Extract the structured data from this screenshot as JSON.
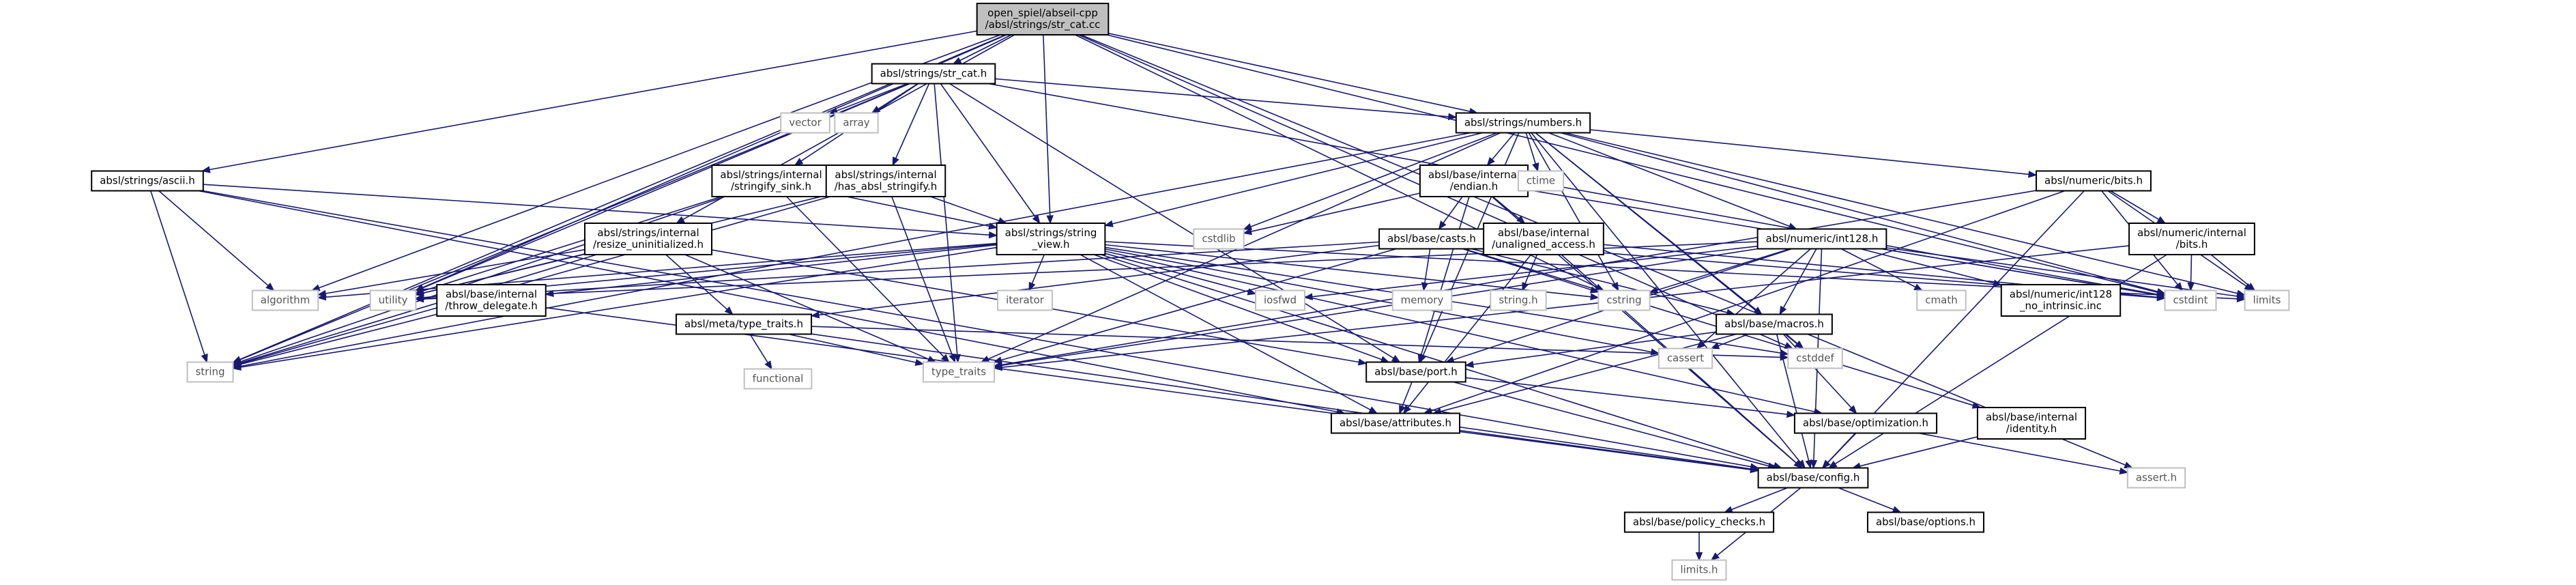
{
  "nodes": [
    {
      "id": "root",
      "kind": "root",
      "lines": [
        "open_spiel/abseil-cpp",
        "/absl/strings/str_cat.cc"
      ]
    },
    {
      "id": "str_cat_h",
      "kind": "local",
      "lines": [
        "absl/strings/str_cat.h"
      ]
    },
    {
      "id": "numbers_h",
      "kind": "local",
      "lines": [
        "absl/strings/numbers.h"
      ]
    },
    {
      "id": "ascii_h",
      "kind": "local",
      "lines": [
        "absl/strings/ascii.h"
      ]
    },
    {
      "id": "stringify_sink_h",
      "kind": "local",
      "lines": [
        "absl/strings/internal",
        "/stringify_sink.h"
      ]
    },
    {
      "id": "has_absl_stringify_h",
      "kind": "local",
      "lines": [
        "absl/strings/internal",
        "/has_absl_stringify.h"
      ]
    },
    {
      "id": "string_view_h",
      "kind": "local",
      "lines": [
        "absl/strings/string",
        "_view.h"
      ]
    },
    {
      "id": "resize_uninitialized_h",
      "kind": "local",
      "lines": [
        "absl/strings/internal",
        "/resize_uninitialized.h"
      ]
    },
    {
      "id": "endian_h",
      "kind": "local",
      "lines": [
        "absl/base/internal",
        "/endian.h"
      ]
    },
    {
      "id": "casts_h",
      "kind": "local",
      "lines": [
        "absl/base/casts.h"
      ]
    },
    {
      "id": "unaligned_access_h",
      "kind": "local",
      "lines": [
        "absl/base/internal",
        "/unaligned_access.h"
      ]
    },
    {
      "id": "int128_h",
      "kind": "local",
      "lines": [
        "absl/numeric/int128.h"
      ]
    },
    {
      "id": "bits_h",
      "kind": "local",
      "lines": [
        "absl/numeric/bits.h"
      ]
    },
    {
      "id": "internal_bits_h",
      "kind": "local",
      "lines": [
        "absl/numeric/internal",
        "/bits.h"
      ]
    },
    {
      "id": "int128_no_intrinsic",
      "kind": "local",
      "lines": [
        "absl/numeric/int128",
        "_no_intrinsic.inc"
      ]
    },
    {
      "id": "throw_delegate_h",
      "kind": "local",
      "lines": [
        "absl/base/internal",
        "/throw_delegate.h"
      ]
    },
    {
      "id": "type_traits_h",
      "kind": "local",
      "lines": [
        "absl/meta/type_traits.h"
      ]
    },
    {
      "id": "macros_h",
      "kind": "local",
      "lines": [
        "absl/base/macros.h"
      ]
    },
    {
      "id": "port_h",
      "kind": "local",
      "lines": [
        "absl/base/port.h"
      ]
    },
    {
      "id": "attributes_h",
      "kind": "local",
      "lines": [
        "absl/base/attributes.h"
      ]
    },
    {
      "id": "optimization_h",
      "kind": "local",
      "lines": [
        "absl/base/optimization.h"
      ]
    },
    {
      "id": "identity_h",
      "kind": "local",
      "lines": [
        "absl/base/internal",
        "/identity.h"
      ]
    },
    {
      "id": "config_h",
      "kind": "local",
      "lines": [
        "absl/base/config.h"
      ]
    },
    {
      "id": "policy_checks_h",
      "kind": "local",
      "lines": [
        "absl/base/policy_checks.h"
      ]
    },
    {
      "id": "options_h",
      "kind": "local",
      "lines": [
        "absl/base/options.h"
      ]
    },
    {
      "id": "vector",
      "kind": "sys",
      "lines": [
        "vector"
      ]
    },
    {
      "id": "array",
      "kind": "sys",
      "lines": [
        "array"
      ]
    },
    {
      "id": "ctime",
      "kind": "sys",
      "lines": [
        "ctime"
      ]
    },
    {
      "id": "cstdlib",
      "kind": "sys",
      "lines": [
        "cstdlib"
      ]
    },
    {
      "id": "algorithm",
      "kind": "sys",
      "lines": [
        "algorithm"
      ]
    },
    {
      "id": "utility",
      "kind": "sys",
      "lines": [
        "utility"
      ]
    },
    {
      "id": "string",
      "kind": "sys",
      "lines": [
        "string"
      ]
    },
    {
      "id": "iterator",
      "kind": "sys",
      "lines": [
        "iterator"
      ]
    },
    {
      "id": "iosfwd",
      "kind": "sys",
      "lines": [
        "iosfwd"
      ]
    },
    {
      "id": "memory",
      "kind": "sys",
      "lines": [
        "memory"
      ]
    },
    {
      "id": "string_h",
      "kind": "sys",
      "lines": [
        "string.h"
      ]
    },
    {
      "id": "cstring",
      "kind": "sys",
      "lines": [
        "cstring"
      ]
    },
    {
      "id": "cmath",
      "kind": "sys",
      "lines": [
        "cmath"
      ]
    },
    {
      "id": "cstdint",
      "kind": "sys",
      "lines": [
        "cstdint"
      ]
    },
    {
      "id": "limits",
      "kind": "sys",
      "lines": [
        "limits"
      ]
    },
    {
      "id": "functional",
      "kind": "sys",
      "lines": [
        "functional"
      ]
    },
    {
      "id": "type_traits",
      "kind": "sys",
      "lines": [
        "type_traits"
      ]
    },
    {
      "id": "cassert",
      "kind": "sys",
      "lines": [
        "cassert"
      ]
    },
    {
      "id": "cstddef",
      "kind": "sys",
      "lines": [
        "cstddef"
      ]
    },
    {
      "id": "assert_h",
      "kind": "sys",
      "lines": [
        "assert.h"
      ]
    },
    {
      "id": "limits_h",
      "kind": "sys",
      "lines": [
        "limits.h"
      ]
    }
  ],
  "edges": [
    [
      "root",
      "str_cat_h"
    ],
    [
      "root",
      "numbers_h"
    ],
    [
      "root",
      "ascii_h"
    ],
    [
      "root",
      "string_view_h"
    ],
    [
      "root",
      "resize_uninitialized_h"
    ],
    [
      "root",
      "string"
    ],
    [
      "root",
      "utility"
    ],
    [
      "root",
      "cstring"
    ],
    [
      "root",
      "cstdint"
    ],
    [
      "root",
      "cstddef"
    ],
    [
      "root",
      "assert_h"
    ],
    [
      "root",
      "algorithm"
    ],
    [
      "str_cat_h",
      "vector"
    ],
    [
      "str_cat_h",
      "array"
    ],
    [
      "str_cat_h",
      "numbers_h"
    ],
    [
      "str_cat_h",
      "stringify_sink_h"
    ],
    [
      "str_cat_h",
      "has_absl_stringify_h"
    ],
    [
      "str_cat_h",
      "string_view_h"
    ],
    [
      "str_cat_h",
      "port_h"
    ],
    [
      "str_cat_h",
      "type_traits"
    ],
    [
      "str_cat_h",
      "utility"
    ],
    [
      "str_cat_h",
      "string"
    ],
    [
      "str_cat_h",
      "cstdint"
    ],
    [
      "numbers_h",
      "ctime"
    ],
    [
      "numbers_h",
      "cstdlib"
    ],
    [
      "numbers_h",
      "cstring"
    ],
    [
      "numbers_h",
      "limits"
    ],
    [
      "numbers_h",
      "string"
    ],
    [
      "numbers_h",
      "type_traits"
    ],
    [
      "numbers_h",
      "endian_h"
    ],
    [
      "numbers_h",
      "int128_h"
    ],
    [
      "numbers_h",
      "bits_h"
    ],
    [
      "numbers_h",
      "macros_h"
    ],
    [
      "numbers_h",
      "port_h"
    ],
    [
      "numbers_h",
      "config_h"
    ],
    [
      "numbers_h",
      "string_view_h"
    ],
    [
      "numbers_h",
      "cstddef"
    ],
    [
      "numbers_h",
      "cstdint"
    ],
    [
      "ascii_h",
      "algorithm"
    ],
    [
      "ascii_h",
      "string"
    ],
    [
      "ascii_h",
      "attributes_h"
    ],
    [
      "ascii_h",
      "config_h"
    ],
    [
      "ascii_h",
      "string_view_h"
    ],
    [
      "stringify_sink_h",
      "string"
    ],
    [
      "stringify_sink_h",
      "type_traits"
    ],
    [
      "stringify_sink_h",
      "utility"
    ],
    [
      "stringify_sink_h",
      "string_view_h"
    ],
    [
      "has_absl_stringify_h",
      "string_view_h"
    ],
    [
      "has_absl_stringify_h",
      "type_traits"
    ],
    [
      "has_absl_stringify_h",
      "utility"
    ],
    [
      "has_absl_stringify_h",
      "string"
    ],
    [
      "string_view_h",
      "algorithm"
    ],
    [
      "string_view_h",
      "cassert"
    ],
    [
      "string_view_h",
      "cstddef"
    ],
    [
      "string_view_h",
      "cstring"
    ],
    [
      "string_view_h",
      "iosfwd"
    ],
    [
      "string_view_h",
      "iterator"
    ],
    [
      "string_view_h",
      "limits"
    ],
    [
      "string_view_h",
      "string"
    ],
    [
      "string_view_h",
      "attributes_h"
    ],
    [
      "string_view_h",
      "throw_delegate_h"
    ],
    [
      "string_view_h",
      "optimization_h"
    ],
    [
      "string_view_h",
      "port_h"
    ],
    [
      "string_view_h",
      "config_h"
    ],
    [
      "string_view_h",
      "utility"
    ],
    [
      "resize_uninitialized_h",
      "algorithm"
    ],
    [
      "resize_uninitialized_h",
      "string"
    ],
    [
      "resize_uninitialized_h",
      "type_traits"
    ],
    [
      "resize_uninitialized_h",
      "utility"
    ],
    [
      "resize_uninitialized_h",
      "port_h"
    ],
    [
      "resize_uninitialized_h",
      "type_traits_h"
    ],
    [
      "endian_h",
      "cstdlib"
    ],
    [
      "endian_h",
      "casts_h"
    ],
    [
      "endian_h",
      "unaligned_access_h"
    ],
    [
      "endian_h",
      "cstdint"
    ],
    [
      "endian_h",
      "port_h"
    ],
    [
      "endian_h",
      "config_h"
    ],
    [
      "casts_h",
      "cstring"
    ],
    [
      "casts_h",
      "memory"
    ],
    [
      "casts_h",
      "type_traits"
    ],
    [
      "casts_h",
      "utility"
    ],
    [
      "casts_h",
      "identity_h"
    ],
    [
      "casts_h",
      "macros_h"
    ],
    [
      "casts_h",
      "type_traits_h"
    ],
    [
      "casts_h",
      "cstdint"
    ],
    [
      "unaligned_access_h",
      "string_h"
    ],
    [
      "unaligned_access_h",
      "cstdint"
    ],
    [
      "unaligned_access_h",
      "attributes_h"
    ],
    [
      "unaligned_access_h",
      "config_h"
    ],
    [
      "int128_h",
      "cassert"
    ],
    [
      "int128_h",
      "cmath"
    ],
    [
      "int128_h",
      "cstdint"
    ],
    [
      "int128_h",
      "cstring"
    ],
    [
      "int128_h",
      "iosfwd"
    ],
    [
      "int128_h",
      "limits"
    ],
    [
      "int128_h",
      "utility"
    ],
    [
      "int128_h",
      "config_h"
    ],
    [
      "int128_h",
      "macros_h"
    ],
    [
      "int128_h",
      "port_h"
    ],
    [
      "int128_h",
      "type_traits"
    ],
    [
      "int128_h",
      "int128_no_intrinsic"
    ],
    [
      "bits_h",
      "cstdint"
    ],
    [
      "bits_h",
      "limits"
    ],
    [
      "bits_h",
      "type_traits"
    ],
    [
      "bits_h",
      "attributes_h"
    ],
    [
      "bits_h",
      "config_h"
    ],
    [
      "bits_h",
      "internal_bits_h"
    ],
    [
      "internal_bits_h",
      "cstdint"
    ],
    [
      "internal_bits_h",
      "limits"
    ],
    [
      "internal_bits_h",
      "type_traits"
    ],
    [
      "internal_bits_h",
      "config_h"
    ],
    [
      "throw_delegate_h",
      "string"
    ],
    [
      "throw_delegate_h",
      "config_h"
    ],
    [
      "type_traits_h",
      "cstddef"
    ],
    [
      "type_traits_h",
      "functional"
    ],
    [
      "type_traits_h",
      "type_traits"
    ],
    [
      "type_traits_h",
      "config_h"
    ],
    [
      "macros_h",
      "cassert"
    ],
    [
      "macros_h",
      "cstddef"
    ],
    [
      "macros_h",
      "attributes_h"
    ],
    [
      "macros_h",
      "config_h"
    ],
    [
      "macros_h",
      "optimization_h"
    ],
    [
      "macros_h",
      "port_h"
    ],
    [
      "port_h",
      "attributes_h"
    ],
    [
      "port_h",
      "config_h"
    ],
    [
      "port_h",
      "optimization_h"
    ],
    [
      "attributes_h",
      "config_h"
    ],
    [
      "optimization_h",
      "assert_h"
    ],
    [
      "optimization_h",
      "config_h"
    ],
    [
      "identity_h",
      "config_h"
    ],
    [
      "config_h",
      "limits_h"
    ],
    [
      "config_h",
      "options_h"
    ],
    [
      "config_h",
      "policy_checks_h"
    ],
    [
      "policy_checks_h",
      "limits_h"
    ]
  ]
}
